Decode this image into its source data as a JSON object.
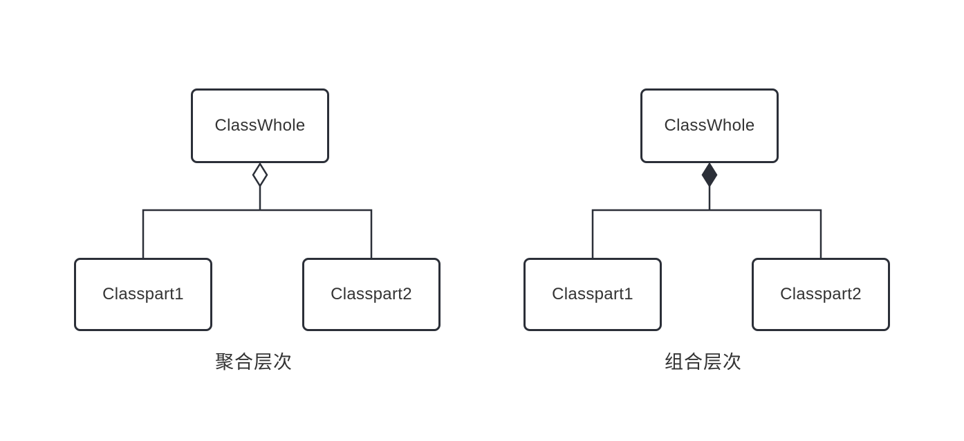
{
  "colors": {
    "stroke": "#2b2f38",
    "text": "#333333",
    "background": "#ffffff"
  },
  "diagrams": [
    {
      "id": "aggregation-hierarchy",
      "whole_label": "ClassWhole",
      "part1_label": "Classpart1",
      "part2_label": "Classpart2",
      "caption": "聚合层次",
      "diamond_type": "hollow"
    },
    {
      "id": "composition-hierarchy",
      "whole_label": "ClassWhole",
      "part1_label": "Classpart1",
      "part2_label": "Classpart2",
      "caption": "组合层次",
      "diamond_type": "filled"
    }
  ]
}
